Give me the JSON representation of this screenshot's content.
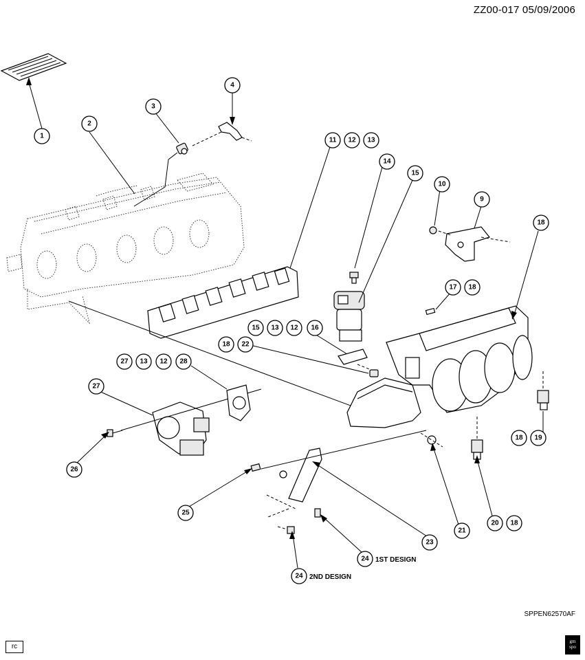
{
  "header": {
    "code": "ZZ00-017  05/09/2006"
  },
  "footer": {
    "reference": "SPPEN62570AF",
    "corner_label": "rc",
    "logo_text": "gm spo"
  },
  "callouts": [
    {
      "id": "c1",
      "num": "1"
    },
    {
      "id": "c2",
      "num": "2"
    },
    {
      "id": "c3",
      "num": "3"
    },
    {
      "id": "c4",
      "num": "4"
    },
    {
      "id": "c11a",
      "num": "11"
    },
    {
      "id": "c12a",
      "num": "12"
    },
    {
      "id": "c13a",
      "num": "13"
    },
    {
      "id": "c14",
      "num": "14"
    },
    {
      "id": "c15a",
      "num": "15"
    },
    {
      "id": "c10",
      "num": "10"
    },
    {
      "id": "c9",
      "num": "9"
    },
    {
      "id": "c18a",
      "num": "18"
    },
    {
      "id": "c17",
      "num": "17"
    },
    {
      "id": "c18b",
      "num": "18"
    },
    {
      "id": "c15b",
      "num": "15"
    },
    {
      "id": "c13b",
      "num": "13"
    },
    {
      "id": "c12b",
      "num": "12"
    },
    {
      "id": "c16",
      "num": "16"
    },
    {
      "id": "c18c",
      "num": "18"
    },
    {
      "id": "c22",
      "num": "22"
    },
    {
      "id": "c27a",
      "num": "27"
    },
    {
      "id": "c13c",
      "num": "13"
    },
    {
      "id": "c12c",
      "num": "12"
    },
    {
      "id": "c28",
      "num": "28"
    },
    {
      "id": "c27b",
      "num": "27"
    },
    {
      "id": "c26",
      "num": "26"
    },
    {
      "id": "c18d",
      "num": "18"
    },
    {
      "id": "c19",
      "num": "19"
    },
    {
      "id": "c25",
      "num": "25"
    },
    {
      "id": "c20",
      "num": "20"
    },
    {
      "id": "c18e",
      "num": "18"
    },
    {
      "id": "c21",
      "num": "21"
    },
    {
      "id": "c23",
      "num": "23"
    },
    {
      "id": "c24a",
      "num": "24",
      "suffix": "1ST DESIGN"
    },
    {
      "id": "c24b",
      "num": "24",
      "suffix": "2ND DESIGN"
    }
  ]
}
